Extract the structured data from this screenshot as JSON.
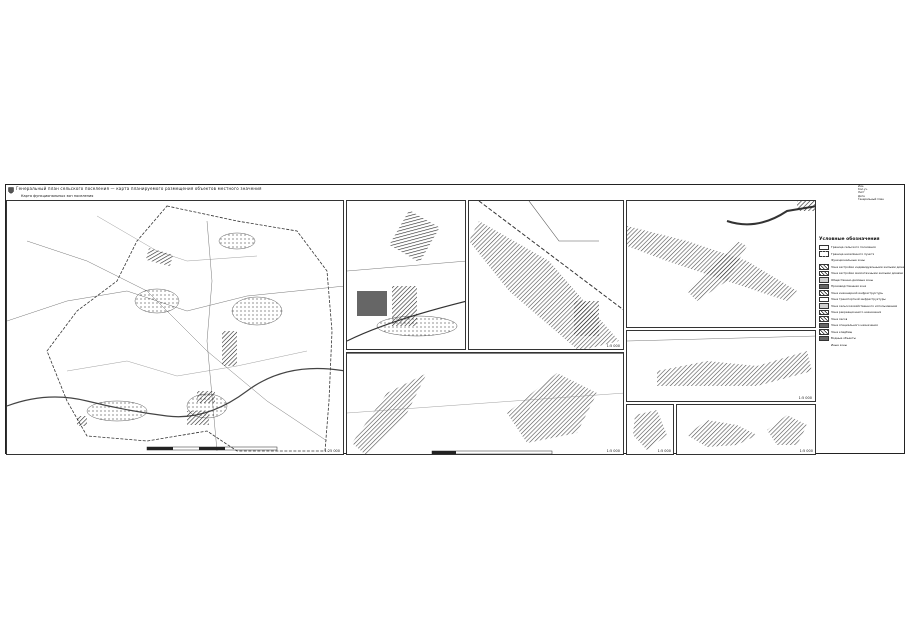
{
  "sheet": {
    "header": "Генеральный план сельского поселения — карта планируемого размещения объектов местного значения",
    "subtitle": "Карта функциональных зон поселения",
    "emblem": "coat-of-arms-icon",
    "compass": "compass-rose-icon"
  },
  "panels": [
    {
      "id": "main",
      "scale": "1:25 000"
    },
    {
      "id": "inset-a",
      "scale": ""
    },
    {
      "id": "inset-b",
      "scale": "1:5 000"
    },
    {
      "id": "inset-c",
      "scale": "1:5 000"
    },
    {
      "id": "inset-d",
      "scale": ""
    },
    {
      "id": "inset-e",
      "scale": "1:5 000"
    },
    {
      "id": "inset-f",
      "scale": "1:5 000"
    },
    {
      "id": "inset-g",
      "scale": "1:5 000"
    }
  ],
  "legend": {
    "title": "Условные обозначения",
    "items": [
      "Граница сельского поселения",
      "Граница населённого пункта",
      "Функциональные зоны",
      "Зона застройки индивидуальными жилыми домами",
      "Зона застройки малоэтажными жилыми домами",
      "Общественно-деловые зоны",
      "Производственная зона",
      "Зона инженерной инфраструктуры",
      "Зона транспортной инфраструктуры",
      "Зона сельскохозяйственного использования",
      "Зона рекреационного назначения",
      "Зона лесов",
      "Зона специального назначения",
      "Зона кладбищ",
      "Водные объекты",
      "Иные зоны"
    ]
  },
  "stamp": {
    "lines": [
      "Изм.",
      "Кол.уч.",
      "Лист",
      "Дата",
      "Генеральный план"
    ]
  }
}
